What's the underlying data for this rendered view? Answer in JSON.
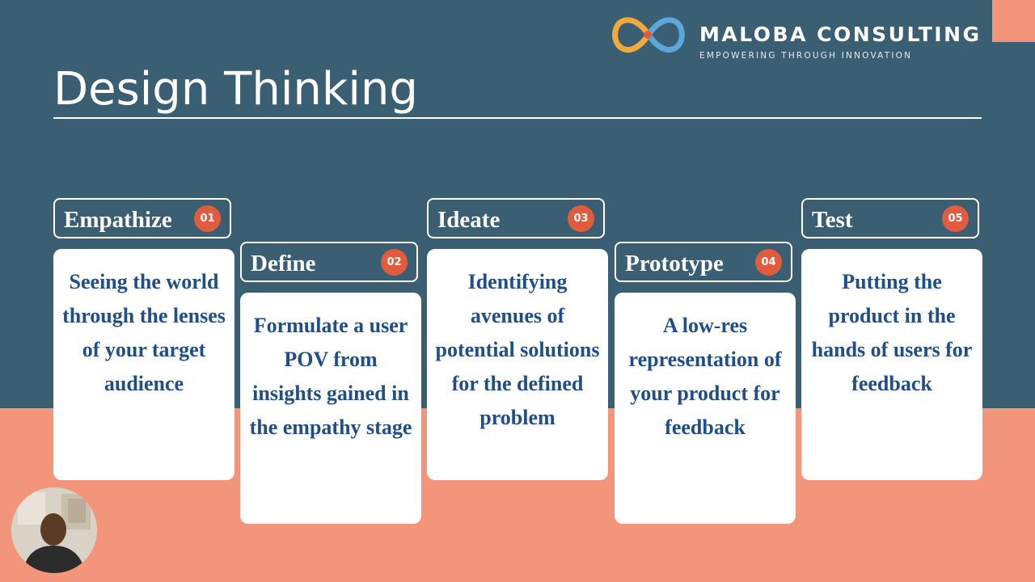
{
  "brand": {
    "name": "MALOBA CONSULTING",
    "tagline": "EMPOWERING THROUGH INNOVATION"
  },
  "slide": {
    "title": "Design Thinking"
  },
  "stages": [
    {
      "number": "01",
      "label": "Empathize",
      "description": "Seeing the world through the lenses of your target audience"
    },
    {
      "number": "02",
      "label": "Define",
      "description": "Formulate a user POV from insights gained in the empathy stage"
    },
    {
      "number": "03",
      "label": "Ideate",
      "description": "Identifying avenues of potential solutions for the defined problem"
    },
    {
      "number": "04",
      "label": "Prototype",
      "description": "A low-res representation of your product for feedback"
    },
    {
      "number": "05",
      "label": "Test",
      "description": "Putting the product in the hands of users for feedback"
    }
  ],
  "colors": {
    "top_background": "#3a5f73",
    "bottom_background": "#f3957a",
    "badge": "#e15b3f",
    "description_text": "#1f4e8c"
  }
}
